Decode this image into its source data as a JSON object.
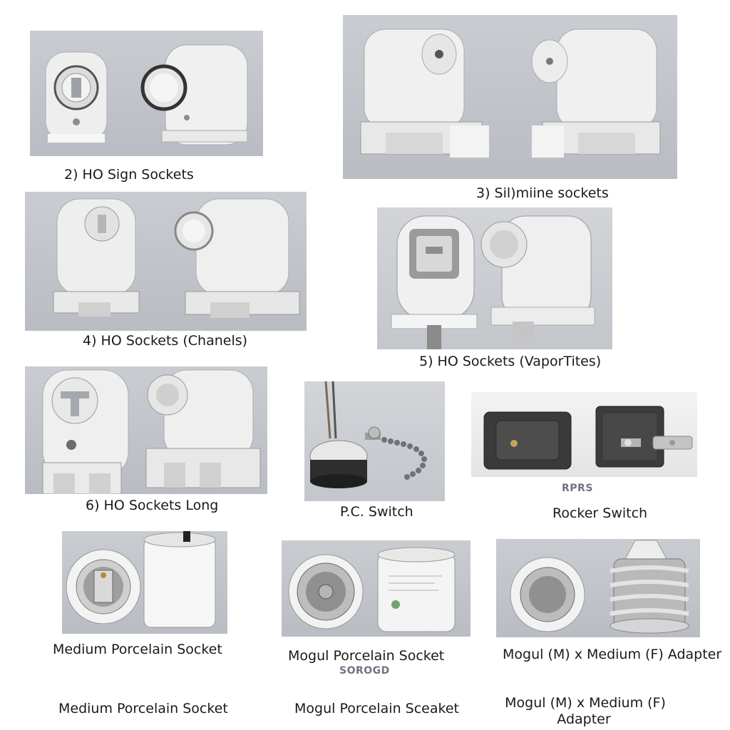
{
  "captions": {
    "ho_sign": "2)  HO Sign Sockets",
    "slimline": "3) Sil)miine sockets",
    "ho_channels": "4)   HO Sockets (Chanels)",
    "ho_vaportites": "5) HO Sockets (VaporTites)",
    "ho_long": "6)  HO Sockets Long",
    "pc_switch": "P.C. Switch",
    "rocker_switch": "Rocker Switch",
    "rocker_code": "RPRS",
    "medium_porcelain": "Medium Porcelain Socket",
    "mogul_porcelain": "Mogul Porcelain Socket",
    "mogul_code": "SOROGD",
    "mogul_adapter": "Mogul (M) x Medium (F) Adapter",
    "medium_porcelain_2": "Medium Porcelain Socket",
    "mogul_porcelain_2": "Mogul Porcelain Sceaket",
    "mogul_adapter_2_line1": "Mogul (M) x Medium (F)",
    "mogul_adapter_2_line2": "Adapter"
  }
}
